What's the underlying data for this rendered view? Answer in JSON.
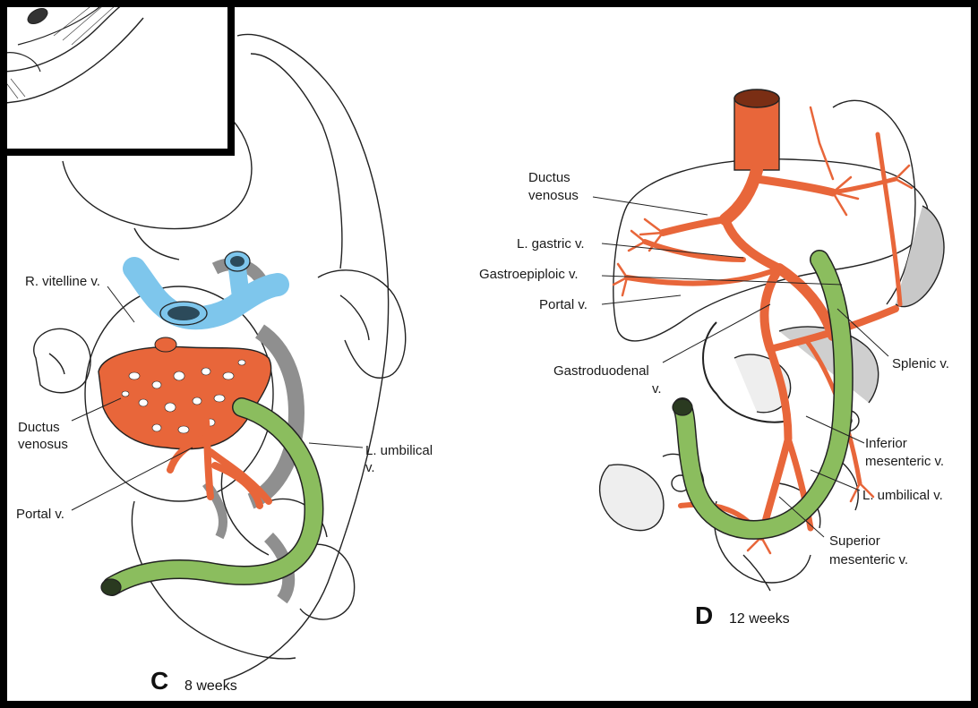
{
  "colors": {
    "vein_orange": "#e8663a",
    "vitelline_blue": "#7ec6ec",
    "umbilical_green": "#8bbd5e",
    "gray_shade": "#9a9a9a",
    "frame": "#000000",
    "paper": "#ffffff"
  },
  "panel_c": {
    "letter": "C",
    "age": "8 weeks",
    "labels": {
      "r_vitelline": "R. vitelline v.",
      "ductus_1": "Ductus",
      "ductus_2": "venosus",
      "portal": "Portal v.",
      "l_umbilical_1": "L. umbilical",
      "l_umbilical_2": "v."
    }
  },
  "panel_d": {
    "letter": "D",
    "age": "12 weeks",
    "labels": {
      "ductus_1": "Ductus",
      "ductus_2": "venosus",
      "l_gastric": "L. gastric v.",
      "gastroepiploic": "Gastroepiploic v.",
      "portal": "Portal v.",
      "gastroduodenal_1": "Gastroduodenal",
      "gastroduodenal_2": "v.",
      "splenic": "Splenic v.",
      "inferior_mesenteric_1": "Inferior",
      "inferior_mesenteric_2": "mesenteric v.",
      "l_umbilical": "L. umbilical v.",
      "superior_mesenteric_1": "Superior",
      "superior_mesenteric_2": "mesenteric v."
    }
  }
}
